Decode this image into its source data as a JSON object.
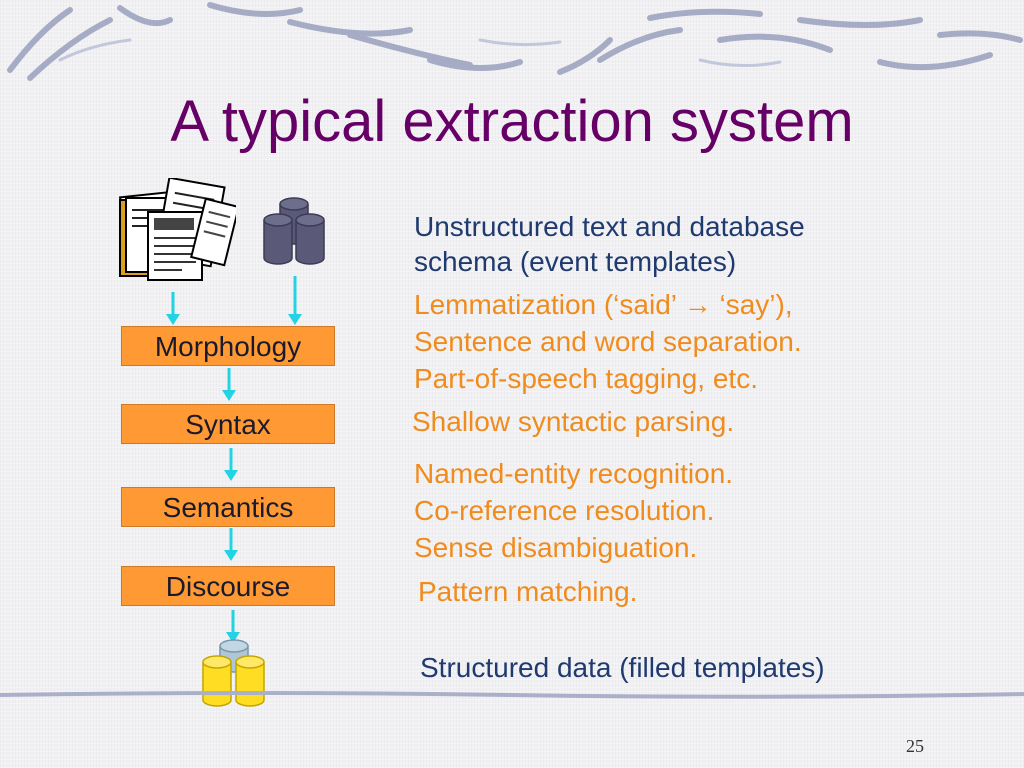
{
  "title": "A typical extraction system",
  "stages": [
    "Morphology",
    "Syntax",
    "Semantics",
    "Discourse"
  ],
  "input_text": [
    "Unstructured text and database",
    "schema (event templates)"
  ],
  "descriptions": {
    "morphology": [
      "Lemmatization (‘said’ → ‘say’),",
      "Sentence and word separation.",
      "Part-of-speech tagging, etc."
    ],
    "syntax": [
      "Shallow syntactic parsing."
    ],
    "semantics": [
      "Named-entity recognition.",
      "Co-reference resolution.",
      "Sense disambiguation."
    ],
    "discourse": [
      "Pattern matching."
    ]
  },
  "output_text": "Structured data (filled templates)",
  "page_number": "25",
  "colors": {
    "title": "#660066",
    "stage_box": "#ff9933",
    "description": "#f08c1e",
    "io_text": "#1f3a6e",
    "arrow": "#22d3e6",
    "input_db": "#5a5a78",
    "output_db": "#ffdd22"
  },
  "icons": [
    "documents-icon",
    "database-icon",
    "output-database-icon"
  ]
}
